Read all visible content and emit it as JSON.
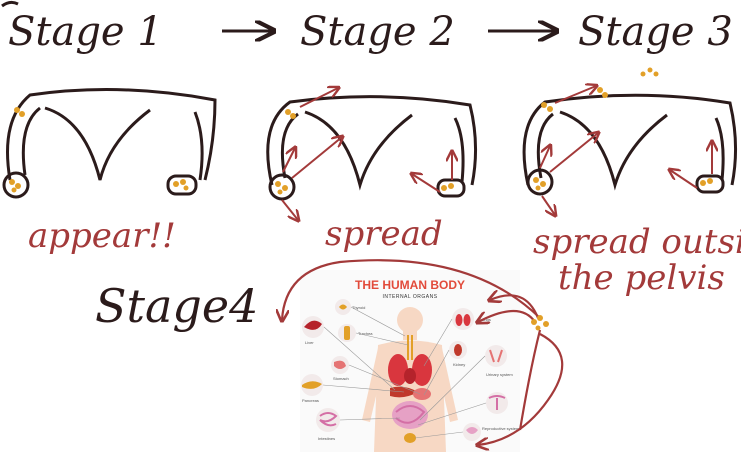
{
  "stages": [
    {
      "title": "Stage 1",
      "caption": "appear!!"
    },
    {
      "title": "Stage 2",
      "caption": "spread"
    },
    {
      "title": "Stage 3",
      "caption_line1": "spread outside",
      "caption_line2": "the pelvis"
    }
  ],
  "stage4": {
    "title": "Stage4",
    "infographic": {
      "title": "THE HUMAN BODY",
      "subtitle": "INTERNAL ORGANS",
      "labels": {
        "thyroid": "Thyroid",
        "trachea": "Trachea",
        "liver": "Liver",
        "stomach": "Stomach",
        "pancreas": "Pancreas",
        "intestines": "Intestines",
        "lungs": "Lungs",
        "kidney": "Kidney",
        "urinary": "Urinary system",
        "reproductive": "Reproductive system"
      }
    }
  },
  "colors": {
    "ink": "#2b1b1b",
    "accent": "#a33a3a",
    "lesion": "#e2a028"
  }
}
